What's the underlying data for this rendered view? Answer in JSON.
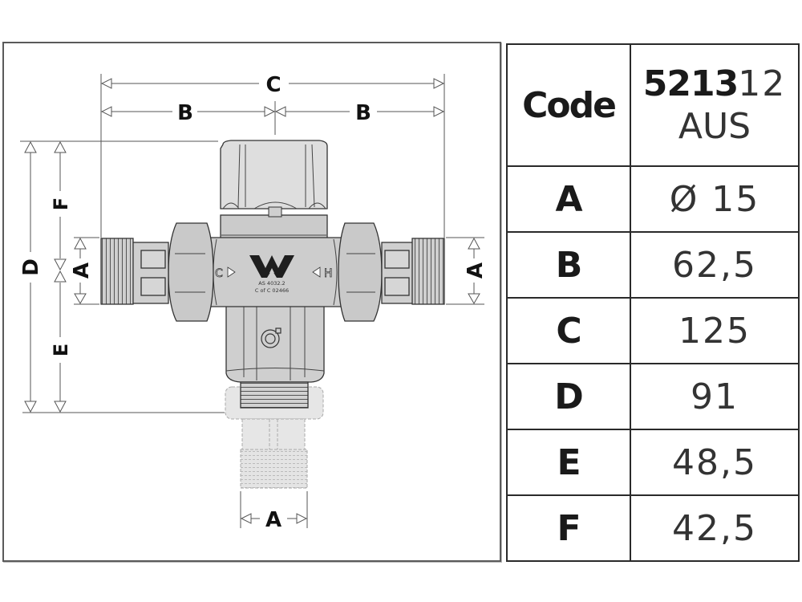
{
  "drawing": {
    "title": "Thermostatic mixing valve dimensional drawing",
    "dimension_labels": {
      "top_overall": "C",
      "top_half_left": "B",
      "top_half_right": "B",
      "left_overall": "D",
      "left_upper": "F",
      "left_lower": "E",
      "left_port": "A",
      "right_port": "A",
      "bottom_port": "A"
    },
    "valve_markings": {
      "cold_port": "C",
      "hot_port": "H",
      "standard": "AS 4032.2",
      "certificate": "C of C 02466",
      "logo": "watermark-logo",
      "brand_icon": "caleffi-logo"
    }
  },
  "table": {
    "header": {
      "label": "Code",
      "code_bold": "5213",
      "code_thin": "12",
      "code_suffix": "AUS"
    },
    "rows": [
      {
        "key": "A",
        "value": "Ø 15"
      },
      {
        "key": "B",
        "value": "62,5"
      },
      {
        "key": "C",
        "value": "125"
      },
      {
        "key": "D",
        "value": "91"
      },
      {
        "key": "E",
        "value": "48,5"
      },
      {
        "key": "F",
        "value": "42,5"
      }
    ]
  }
}
